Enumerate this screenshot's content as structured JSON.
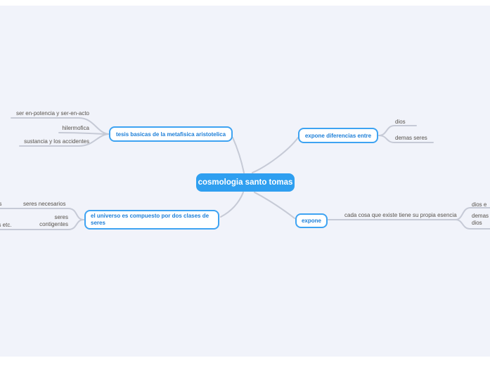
{
  "theme": {
    "canvas_background": "#f1f3fa",
    "branch_color": "#2f9ff0",
    "node_border_color": "#3ea3f2",
    "node_text_color": "#1d7fd8",
    "connector_color": "#c6cad6",
    "label_text_color": "#56514b"
  },
  "mindmap": {
    "root": {
      "label": "cosmologia santo tomas"
    },
    "branches": [
      {
        "label": "tesis basicas de la metafisica aristotelica",
        "children": [
          {
            "label": "ser en-potencia y ser-en-acto"
          },
          {
            "label": "hilermofica"
          },
          {
            "label": "sustancia y los accidentes"
          }
        ]
      },
      {
        "label": "expone diferencias entre",
        "children": [
          {
            "label": "dios"
          },
          {
            "label": "demas seres"
          }
        ]
      },
      {
        "label": "el universo es compuesto por dos clases de seres",
        "children": [
          {
            "label": "seres necesarios",
            "children": [
              {
                "label": "os"
              }
            ]
          },
          {
            "label": "seres contigentes",
            "children": [
              {
                "label": "os etc."
              }
            ]
          }
        ]
      },
      {
        "label": "expone",
        "children": [
          {
            "label": "cada cosa que existe tiene su propia esencia",
            "children": [
              {
                "label": "dios e"
              },
              {
                "label": "demas dios"
              }
            ]
          }
        ]
      }
    ]
  }
}
